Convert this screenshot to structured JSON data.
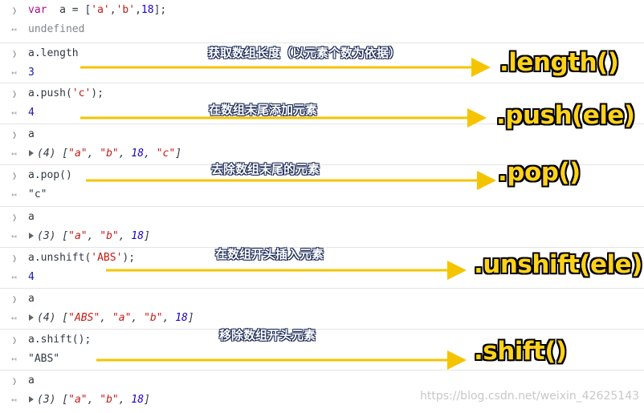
{
  "console": {
    "entries": [
      {
        "input": {
          "parts": [
            [
              "kw",
              "var"
            ],
            [
              "",
              "  a = ["
            ],
            [
              "str",
              "'a'"
            ],
            [
              "",
              ","
            ],
            [
              "str",
              "'b'"
            ],
            [
              "",
              ","
            ],
            [
              "num",
              "18"
            ],
            [
              "",
              "];"
            ]
          ]
        },
        "output": {
          "kind": "undef",
          "text": "undefined"
        }
      },
      {
        "input": {
          "parts": [
            [
              "",
              "a.length"
            ]
          ]
        },
        "output": {
          "kind": "num",
          "text": "3"
        }
      },
      {
        "input": {
          "parts": [
            [
              "",
              "a.push("
            ],
            [
              "str",
              "'c'"
            ],
            [
              "",
              ");"
            ]
          ]
        },
        "output": {
          "kind": "num",
          "text": "4"
        }
      },
      {
        "input": {
          "parts": [
            [
              "",
              "a"
            ]
          ]
        },
        "output": {
          "kind": "arr",
          "count": "(4)",
          "items": [
            [
              "s",
              "\"a\""
            ],
            [
              "s",
              "\"b\""
            ],
            [
              "n",
              "18"
            ],
            [
              "s",
              "\"c\""
            ]
          ]
        }
      },
      {
        "input": {
          "parts": [
            [
              "",
              "a.pop()"
            ]
          ]
        },
        "output": {
          "kind": "str",
          "text": "\"c\""
        }
      },
      {
        "input": {
          "parts": [
            [
              "",
              "a"
            ]
          ]
        },
        "output": {
          "kind": "arr",
          "count": "(3)",
          "items": [
            [
              "s",
              "\"a\""
            ],
            [
              "s",
              "\"b\""
            ],
            [
              "n",
              "18"
            ]
          ]
        }
      },
      {
        "input": {
          "parts": [
            [
              "",
              "a.unshift("
            ],
            [
              "str",
              "'ABS'"
            ],
            [
              "",
              ");"
            ]
          ]
        },
        "output": {
          "kind": "num",
          "text": "4"
        }
      },
      {
        "input": {
          "parts": [
            [
              "",
              "a"
            ]
          ]
        },
        "output": {
          "kind": "arr",
          "count": "(4)",
          "items": [
            [
              "s",
              "\"ABS\""
            ],
            [
              "s",
              "\"a\""
            ],
            [
              "s",
              "\"b\""
            ],
            [
              "n",
              "18"
            ]
          ]
        }
      },
      {
        "input": {
          "parts": [
            [
              "",
              "a.shift();"
            ]
          ]
        },
        "output": {
          "kind": "str",
          "text": "\"ABS\""
        }
      },
      {
        "input": {
          "parts": [
            [
              "",
              "a"
            ]
          ]
        },
        "output": {
          "kind": "arr",
          "count": "(3)",
          "items": [
            [
              "s",
              "\"a\""
            ],
            [
              "s",
              "\"b\""
            ],
            [
              "n",
              "18"
            ]
          ]
        }
      }
    ]
  },
  "annotations": [
    {
      "zh": "获取数组长度（以元素个数为依据）",
      "method": ".length()"
    },
    {
      "zh": "在数组末尾添加元素",
      "method": ".push(ele)"
    },
    {
      "zh": "去除数组末尾的元素",
      "method": ".pop()"
    },
    {
      "zh": "在数组开头插入元素",
      "method": ".unshift(ele)"
    },
    {
      "zh": "移除数组开头元素",
      "method": ".shift()"
    }
  ],
  "watermark": "https://blog.csdn.net/weixin_42625143",
  "colors": {
    "arrow": "#f5c400",
    "method_fill": "#ffd21a",
    "prompt": "#9aa0a6"
  }
}
